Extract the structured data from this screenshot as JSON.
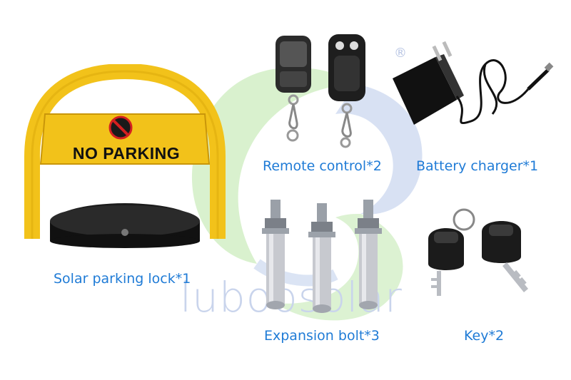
{
  "watermark": {
    "text": "luboosolar",
    "registered_mark": "®"
  },
  "products": [
    {
      "id": "parking-lock",
      "caption": "Solar parking lock*1",
      "sign_text": "NO PARKING",
      "sign_icon": "no-parking-icon"
    },
    {
      "id": "remote-control",
      "caption": "Remote control*2"
    },
    {
      "id": "battery-charger",
      "caption": "Battery charger*1"
    },
    {
      "id": "expansion-bolt",
      "caption": "Expansion bolt*3"
    },
    {
      "id": "key",
      "caption": "Key*2"
    }
  ],
  "colors": {
    "caption": "#1f7bd6",
    "lock_yellow": "#f2c21a",
    "lock_black": "#1c1c1c",
    "watermark_green": "#b9e6a6",
    "watermark_blue": "#b8c9ea"
  }
}
